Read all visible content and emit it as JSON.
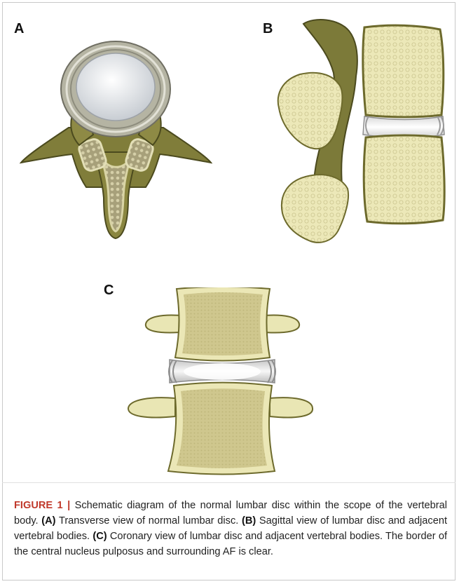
{
  "panels": {
    "a_label": "A",
    "b_label": "B",
    "c_label": "C"
  },
  "caption": {
    "figure_number": "FIGURE 1 |",
    "intro": " Schematic diagram of the normal lumbar disc within the scope of the vertebral body. ",
    "a_tag": "(A)",
    "a_text": " Transverse view of normal lumbar disc. ",
    "b_tag": "(B)",
    "b_text": " Sagittal view of lumbar disc and adjacent vertebral bodies. ",
    "c_tag": "(C)",
    "c_text": " Coronary view of lumbar disc and adjacent vertebral bodies. The border of the central nucleus pulposus and surrounding AF is clear."
  },
  "colors": {
    "bone_light": "#ede9b8",
    "bone_dark": "#6d6a2c",
    "bone_mid": "#a9a65a",
    "cancellous": "#c9c391",
    "disc_gray": "#b8b8ae",
    "nucleus": "#e9ecef",
    "caption_red": "#c0392b"
  }
}
